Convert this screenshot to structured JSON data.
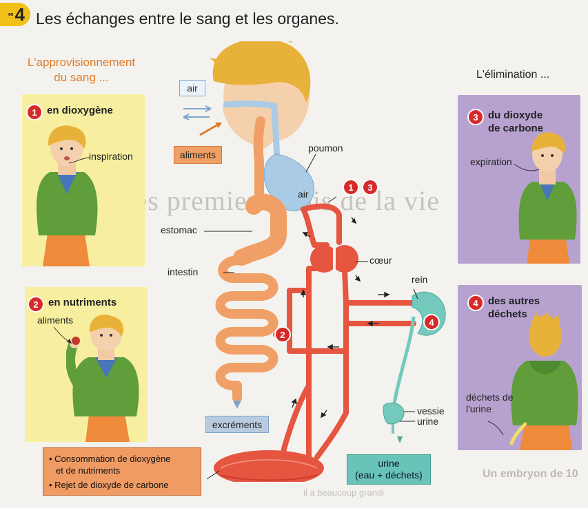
{
  "header": {
    "number": "4",
    "number_prefix": "∞",
    "title": "Les échanges entre le sang et les organes."
  },
  "left_heading": [
    "L'approvisionnement",
    "du sang ..."
  ],
  "right_heading": "L'élimination ...",
  "panels": {
    "p1": {
      "number": "1",
      "title": "en dioxygène",
      "label": "inspiration"
    },
    "p2": {
      "number": "2",
      "title": "en nutriments",
      "label": "aliments"
    },
    "p3": {
      "number": "3",
      "title": [
        "du dioxyde",
        "de carbone"
      ],
      "label": "expiration"
    },
    "p4": {
      "number": "4",
      "title": [
        "des autres",
        "déchets"
      ],
      "label": [
        "déchets de",
        "l'urine"
      ]
    }
  },
  "diagram": {
    "air_box": "air",
    "food_box": "aliments",
    "poumon": "poumon",
    "air_lung": "air",
    "estomac": "estomac",
    "intestin": "intestin",
    "coeur": "cœur",
    "rein": "rein",
    "vessie": "vessie",
    "urine": "urine",
    "excrements": "excréments",
    "urine_box": [
      "urine",
      "(eau + déchets)"
    ],
    "markers": {
      "m1": "1",
      "m3": "3",
      "m2": "2",
      "m4": "4"
    }
  },
  "muscle_box": [
    "• Consommation de dioxygène",
    "  et de nutriments",
    "• Rejet de dioxyde de carbone"
  ],
  "background_text": {
    "watermark": "Les premiers mois de la vie",
    "bottom_line1": "Un embryon de 10",
    "bottom_line2": "il a beaucoup grandi"
  },
  "colors": {
    "blood": "#e5553f",
    "digestive": "#f0a066",
    "lung": "#a9cbe6",
    "kidney": "#74c9bd",
    "yellow_panel": "#f7ef9f",
    "purple_panel": "#b7a2cf",
    "accent_red": "#d62a2a"
  }
}
